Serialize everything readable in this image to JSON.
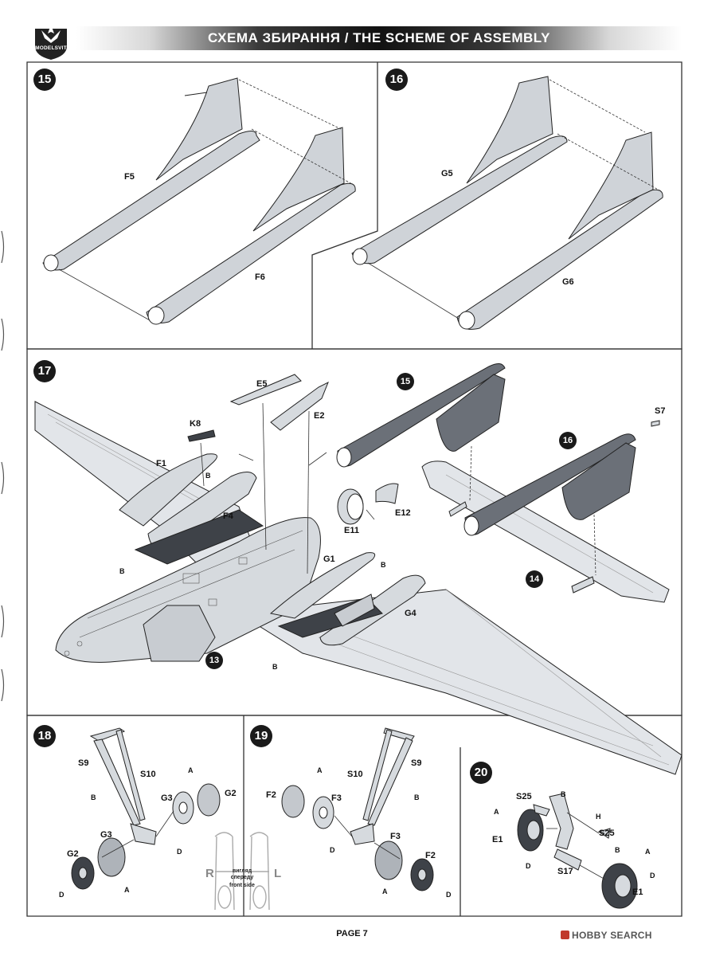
{
  "header": {
    "logo_text": "MODELSVIT",
    "title": "СХЕМА ЗБИРАННЯ / THE SCHEME OF ASSEMBLY"
  },
  "steps": {
    "s15": {
      "badge": "15",
      "labels": {
        "left": "F5",
        "right": "F6"
      }
    },
    "s16": {
      "badge": "16",
      "labels": {
        "left": "G5",
        "right": "G6"
      }
    },
    "s17": {
      "badge": "17",
      "labels": {
        "e5": "E5",
        "e2": "E2",
        "k8": "K8",
        "f1": "F1",
        "f4": "F4",
        "e11": "E11",
        "e12": "E12",
        "g1": "G1",
        "g4": "G4",
        "s7": "S7",
        "b1": "B",
        "b2": "B",
        "b3": "B",
        "b4": "B"
      },
      "callouts": {
        "c15": "15",
        "c16": "16",
        "c14": "14",
        "c13": "13"
      }
    },
    "s18": {
      "badge": "18",
      "labels": {
        "s9": "S9",
        "s10": "S10",
        "g3a": "G3",
        "g2a": "G2",
        "g3b": "G3",
        "g2b": "G2",
        "b1": "B",
        "a1": "A",
        "d1": "D",
        "a2": "A",
        "d2": "D"
      }
    },
    "s19": {
      "badge": "19",
      "labels": {
        "s10": "S10",
        "s9": "S9",
        "f2a": "F2",
        "f3a": "F3",
        "f3b": "F3",
        "f2b": "F2",
        "a1": "A",
        "b1": "B",
        "d1": "D",
        "a2": "A",
        "d2": "D"
      },
      "front_view": {
        "side_r": "R",
        "side_l": "L",
        "caption_ua": "вигляд спереду",
        "caption_en": "front side"
      }
    },
    "s20": {
      "badge": "20",
      "labels": {
        "s25a": "S25",
        "s25b": "S25",
        "e1a": "E1",
        "e1b": "E1",
        "s17": "S17",
        "a1": "A",
        "b1": "B",
        "h1": "H",
        "b2": "B",
        "d1": "D",
        "a2": "A",
        "d2": "D"
      }
    }
  },
  "footer": {
    "page": "PAGE 7",
    "watermark": "HOBBY SEARCH"
  },
  "colors": {
    "panel_border": "#333333",
    "part_fill": "#cfd3d8",
    "part_dark": "#6b7078",
    "badge": "#1a1a1a"
  }
}
